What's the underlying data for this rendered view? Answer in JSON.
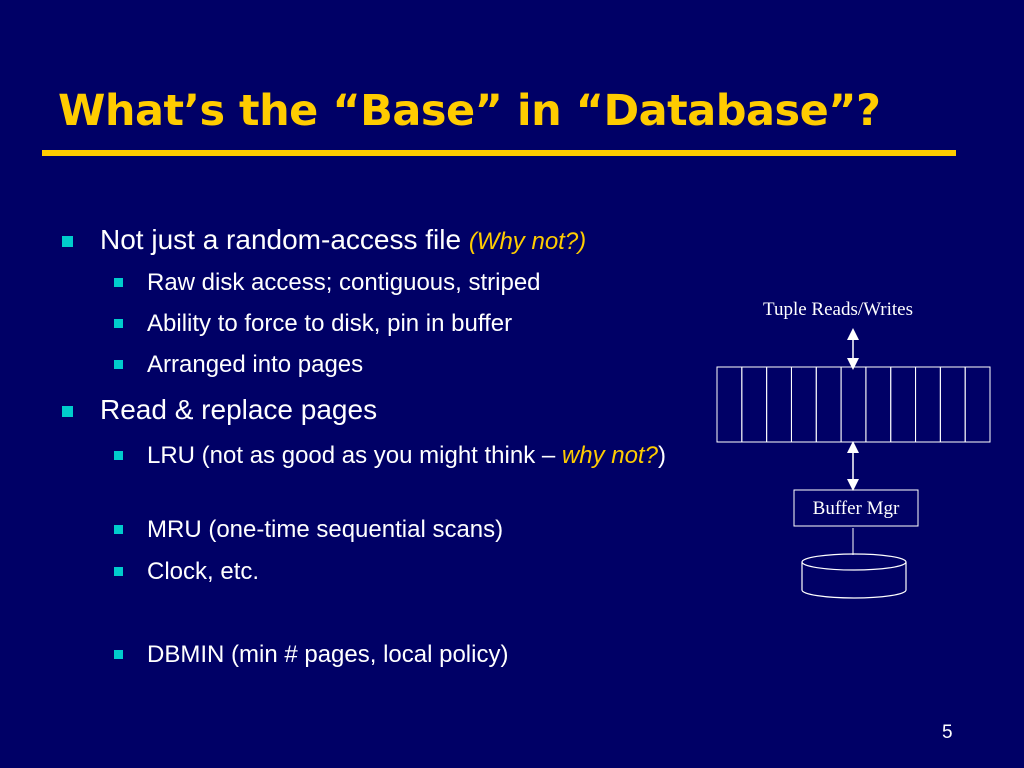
{
  "slide": {
    "title": "What’s the “Base” in “Database”?",
    "page_number": "5"
  },
  "bullets": {
    "b1": {
      "text": "Not just a random-access file ",
      "highlight": "(Why not?)"
    },
    "b1_1": "Raw disk access; contiguous, striped",
    "b1_2": "Ability to force to disk, pin in buffer",
    "b1_3": "Arranged into pages",
    "b2": "Read & replace pages",
    "b2_1": {
      "text": "LRU (not as good as you might think – ",
      "highlight": "why not?",
      "after": ")"
    },
    "b2_2": "MRU (one-time sequential scans)",
    "b2_3": "Clock, etc.",
    "b2_4": "DBMIN (min # pages, local policy)"
  },
  "diagram": {
    "top_label": "Tuple Reads/Writes",
    "buffer_label": "Buffer Mgr",
    "page_slots": 11,
    "colors": {
      "background": "#000066",
      "accent": "#ffcc00",
      "bullet": "#00cccc",
      "line": "#ffffff"
    }
  }
}
